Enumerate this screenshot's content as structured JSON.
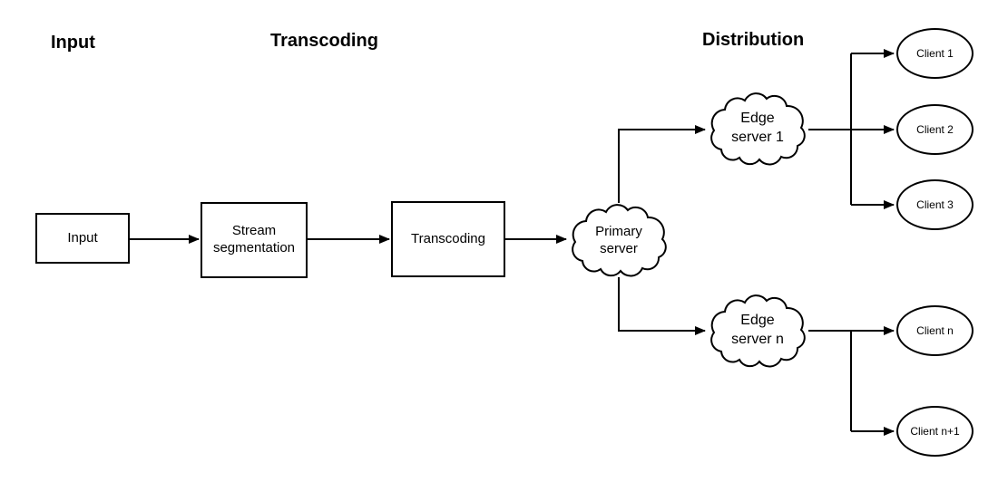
{
  "headers": {
    "input": "Input",
    "transcoding": "Transcoding",
    "distribution": "Distribution"
  },
  "nodes": {
    "input_box": "Input",
    "stream_segmentation_box": "Stream\nsegmentation",
    "transcoding_box": "Transcoding",
    "primary_server_cloud": "Primary\nserver",
    "edge_server_1_cloud": "Edge\nserver 1",
    "edge_server_n_cloud": "Edge\nserver n",
    "client_1": "Client 1",
    "client_2": "Client 2",
    "client_3": "Client 3",
    "client_n": "Client n",
    "client_n_plus_1": "Client n+1"
  },
  "edges": [
    {
      "from": "Input",
      "to": "Stream segmentation"
    },
    {
      "from": "Stream segmentation",
      "to": "Transcoding"
    },
    {
      "from": "Transcoding",
      "to": "Primary server"
    },
    {
      "from": "Primary server",
      "to": "Edge server 1"
    },
    {
      "from": "Primary server",
      "to": "Edge server n"
    },
    {
      "from": "Edge server 1",
      "to": "Client 1"
    },
    {
      "from": "Edge server 1",
      "to": "Client 2"
    },
    {
      "from": "Edge server 1",
      "to": "Client 3"
    },
    {
      "from": "Edge server n",
      "to": "Client n"
    },
    {
      "from": "Edge server n",
      "to": "Client n+1"
    }
  ],
  "colors": {
    "stroke": "#000000",
    "text": "#000000",
    "background": "#ffffff"
  }
}
